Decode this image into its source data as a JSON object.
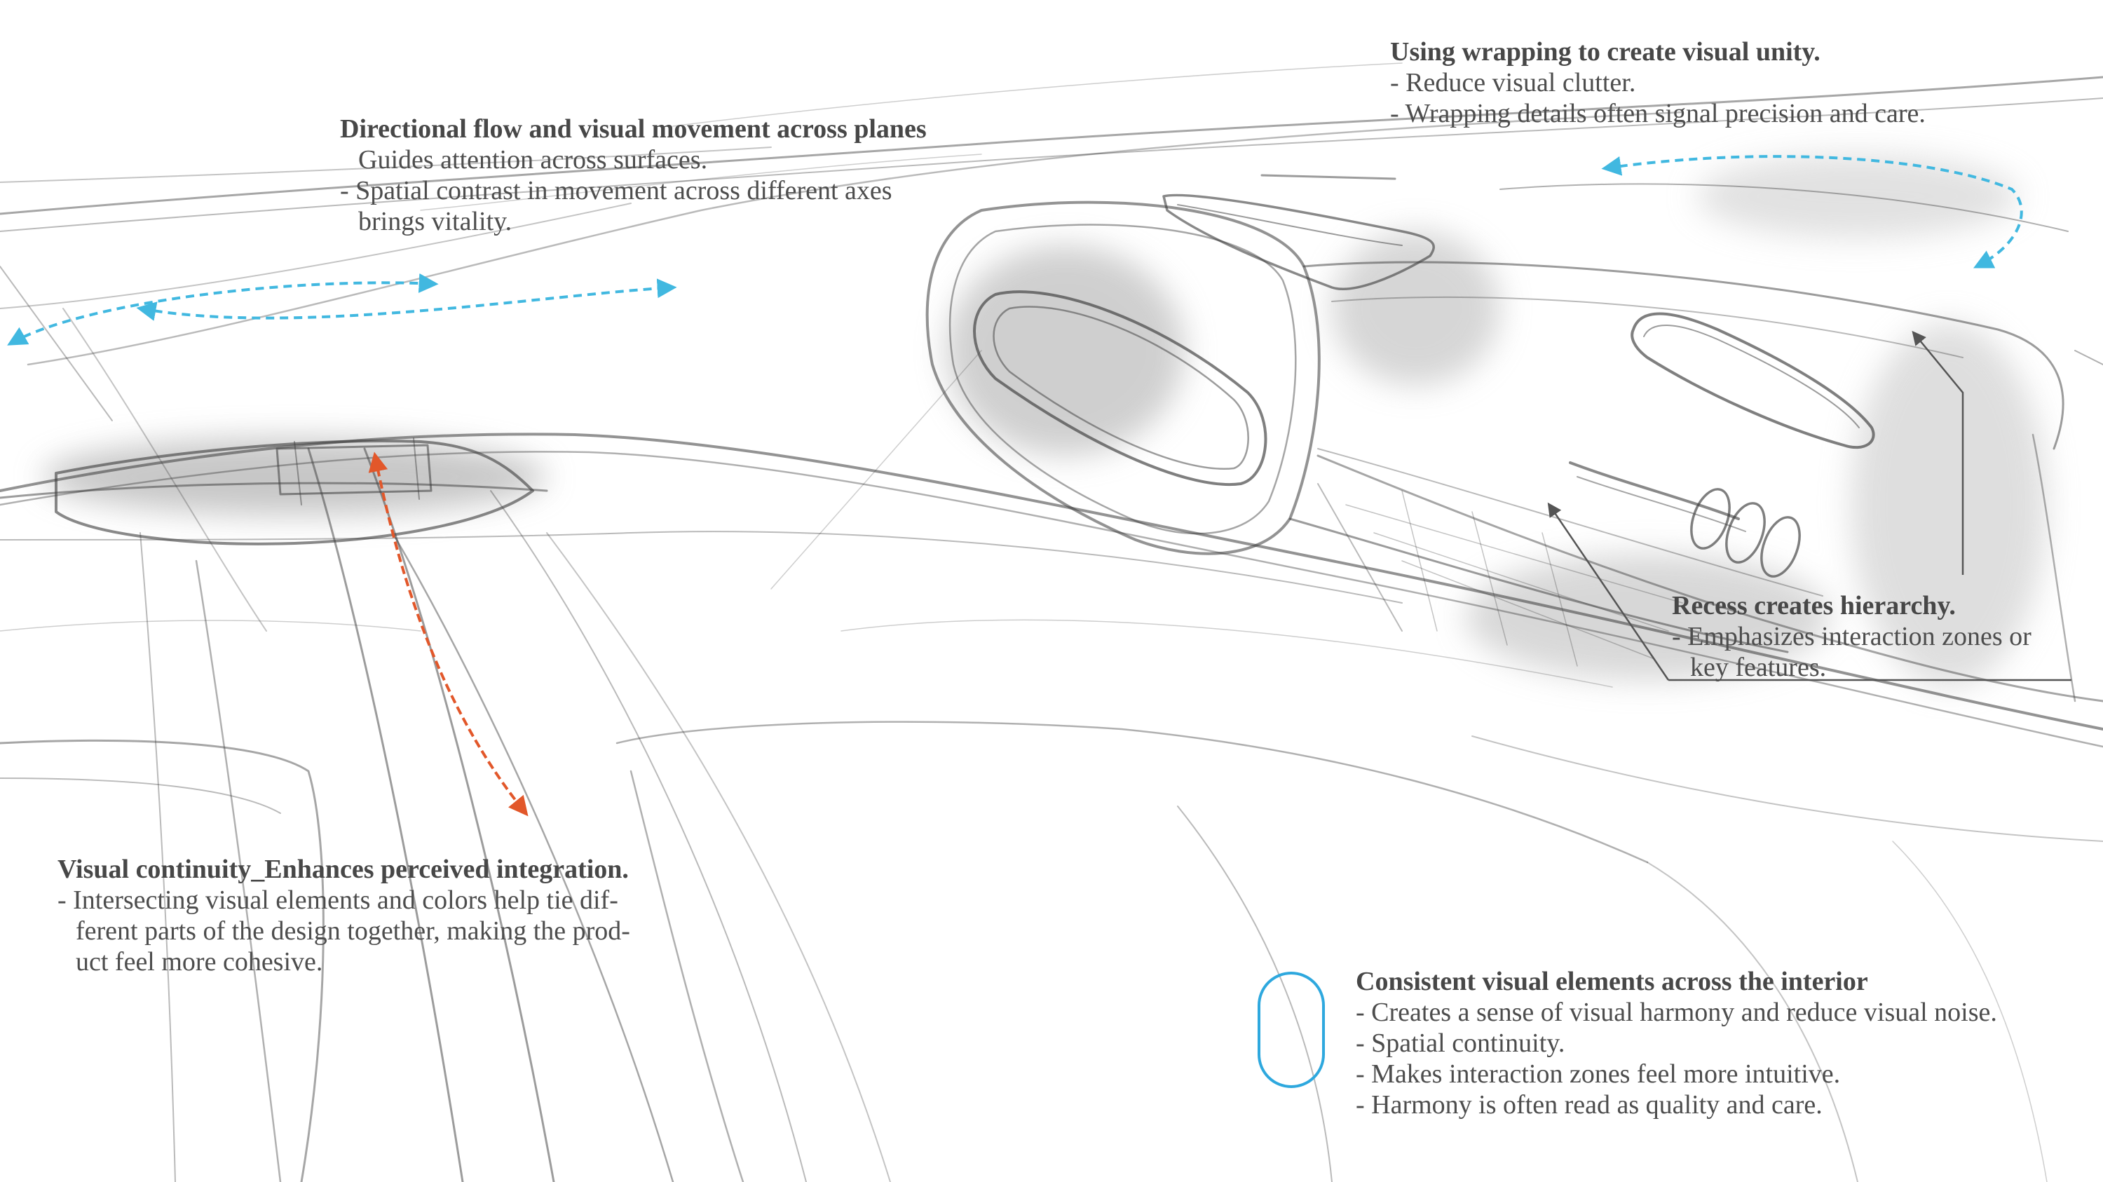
{
  "notes": {
    "flow": {
      "title": "Directional flow and visual movement across planes",
      "lines": [
        "Guides attention across surfaces.",
        "- Spatial contrast in movement across different axes",
        "brings vitality."
      ]
    },
    "wrapping": {
      "title": "Using wrapping to create visual unity.",
      "lines": [
        "- Reduce visual clutter.",
        "- Wrapping details often signal precision and care."
      ]
    },
    "recess": {
      "title": "Recess creates hierarchy.",
      "lines": [
        "- Emphasizes interaction zones or",
        "key features."
      ]
    },
    "continuity": {
      "title": "Visual continuity_Enhances perceived integration.",
      "lines": [
        "- Intersecting visual elements and colors help tie dif-",
        "ferent parts of the design together, making the prod-",
        "uct feel more cohesive."
      ]
    },
    "consistent": {
      "title": "Consistent visual elements across the interior",
      "lines": [
        "- Creates a sense of visual harmony and reduce visual noise.",
        "- Spatial continuity.",
        "- Makes interaction zones feel more intuitive.",
        "- Harmony is often read as quality and care."
      ]
    }
  },
  "colors": {
    "flow_arrow": "#41b8e0",
    "continuity_arrow": "#e2572a",
    "consistent_symbol": "#2ea8de",
    "sketch_stroke": "#3a3a3a",
    "text": "#4a4a4a"
  }
}
